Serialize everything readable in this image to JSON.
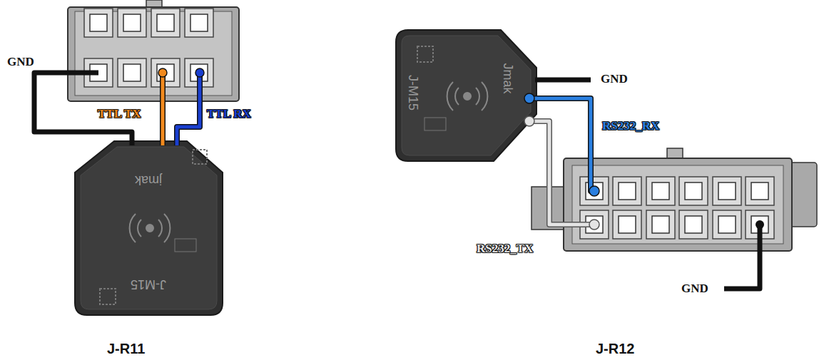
{
  "diagram": {
    "labels": [
      "GND",
      "TTL TX",
      "TTL RX",
      "jmak",
      "J-M15",
      "J-R11",
      "GND",
      "RS232_RX",
      "RS232_TX",
      "GND",
      "Jmak",
      "J-M15",
      "J-R12"
    ]
  }
}
